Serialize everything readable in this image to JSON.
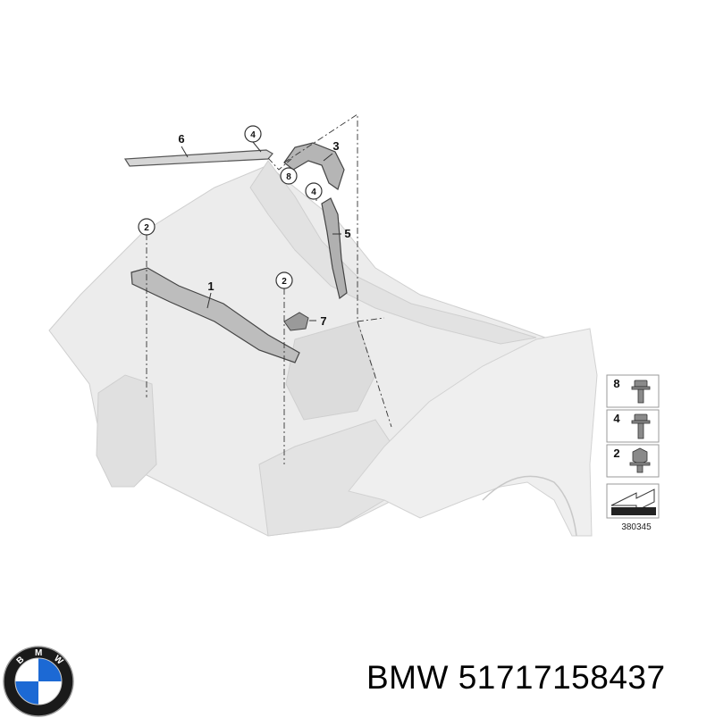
{
  "callouts": {
    "c1": "1",
    "c2a": "2",
    "c2b": "2",
    "c3": "3",
    "c4a": "4",
    "c4b": "4",
    "c5": "5",
    "c6": "6",
    "c7": "7",
    "c8": "8"
  },
  "legend": {
    "items": [
      {
        "number": "8",
        "icon": "flange-bolt-icon"
      },
      {
        "number": "4",
        "icon": "flange-bolt-icon"
      },
      {
        "number": "2",
        "icon": "hex-nut-bolt-icon"
      }
    ],
    "reference": "380345"
  },
  "logo": {
    "letters": "BMW",
    "colors": [
      "#1c69d4",
      "#ffffff",
      "#000000"
    ]
  },
  "caption": {
    "brand": "BMW",
    "part_number": "51717158437",
    "full": "BMW 51717158437"
  }
}
